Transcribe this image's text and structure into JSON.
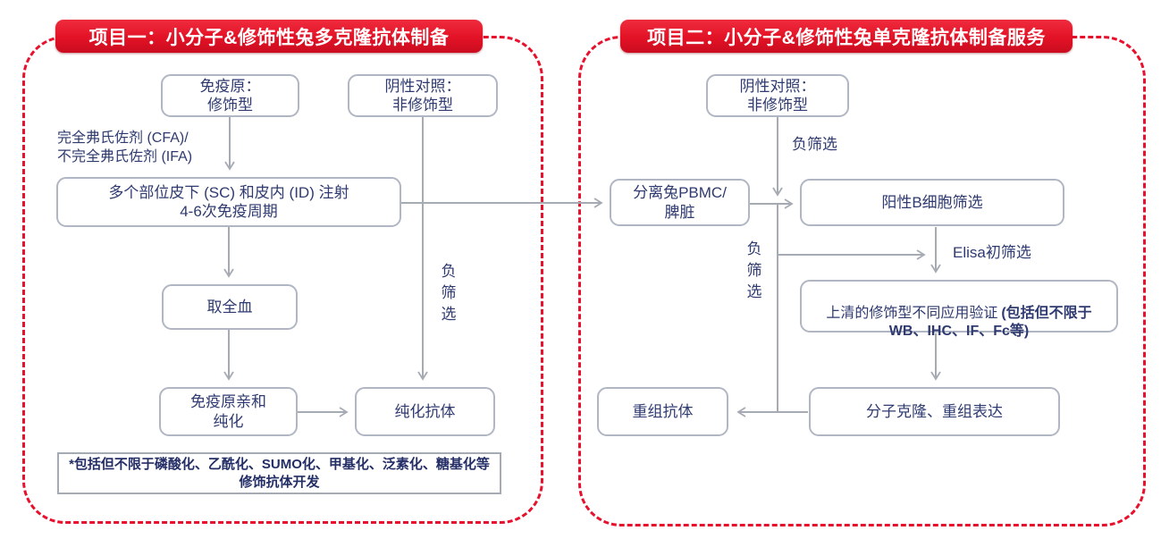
{
  "colors": {
    "accent_red": "#e8112d",
    "text_navy": "#2e3a70",
    "box_border_gray": "#b0b6c3",
    "line_gray": "#a6aab3"
  },
  "panel1": {
    "title": "项目一：小分子&修饰性兔多克隆抗体制备",
    "boxes": {
      "immunogen": "免疫原：\n修饰型",
      "negative_control": "阴性对照：\n非修饰型",
      "injection": "多个部位皮下 (SC) 和皮内 (ID) 注射\n4-6次免疫周期",
      "whole_blood": "取全血",
      "affinity_purification": "免疫原亲和\n纯化",
      "purified_antibody": "纯化抗体"
    },
    "labels": {
      "adjuvant": "完全弗氏佐剂 (CFA)/\n不完全弗氏佐剂 (IFA)",
      "negative_screen": "负\n筛\n选"
    },
    "note": "*包括但不限于磷酸化、乙酰化、SUMO化、甲基化、泛素化、糖基化等修饰抗体开发"
  },
  "panel2": {
    "title": "项目二：小分子&修饰性兔单克隆抗体制备服务",
    "boxes": {
      "negative_control": "阴性对照：\n非修饰型",
      "pbmc": "分离兔PBMC/\n脾脏",
      "b_cell_screen": "阳性B细胞筛选",
      "supernatant_main": "上清的修饰型不同应用验证",
      "supernatant_note": "(包括但不限于WB、IHC、IF、Fc等)",
      "recombinant_antibody": "重组抗体",
      "cloning_expression": "分子克隆、重组表达"
    },
    "labels": {
      "negative_screen_top": "负筛选",
      "negative_screen_side": "负\n筛\n选",
      "elisa": "Elisa初筛选"
    }
  }
}
